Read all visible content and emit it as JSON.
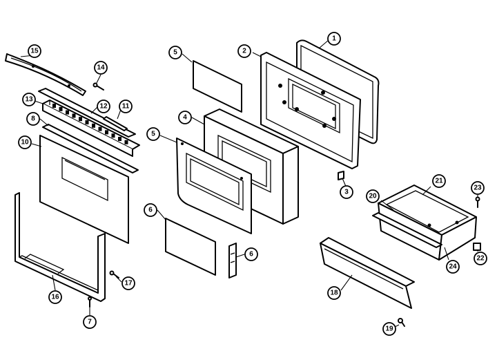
{
  "diagram": {
    "callouts": [
      {
        "id": "c1",
        "label": "1"
      },
      {
        "id": "c2",
        "label": "2"
      },
      {
        "id": "c3",
        "label": "3"
      },
      {
        "id": "c4",
        "label": "4"
      },
      {
        "id": "c5a",
        "label": "5"
      },
      {
        "id": "c5b",
        "label": "5"
      },
      {
        "id": "c6a",
        "label": "6"
      },
      {
        "id": "c6b",
        "label": "6"
      },
      {
        "id": "c7",
        "label": "7"
      },
      {
        "id": "c8",
        "label": "8"
      },
      {
        "id": "c10",
        "label": "10"
      },
      {
        "id": "c11",
        "label": "11"
      },
      {
        "id": "c12",
        "label": "12"
      },
      {
        "id": "c13",
        "label": "13"
      },
      {
        "id": "c14",
        "label": "14"
      },
      {
        "id": "c15",
        "label": "15"
      },
      {
        "id": "c16",
        "label": "16"
      },
      {
        "id": "c17",
        "label": "17"
      },
      {
        "id": "c18",
        "label": "18"
      },
      {
        "id": "c19",
        "label": "19"
      },
      {
        "id": "c20",
        "label": "20"
      },
      {
        "id": "c21",
        "label": "21"
      },
      {
        "id": "c22",
        "label": "22"
      },
      {
        "id": "c23",
        "label": "23"
      },
      {
        "id": "c24",
        "label": "24"
      }
    ]
  }
}
